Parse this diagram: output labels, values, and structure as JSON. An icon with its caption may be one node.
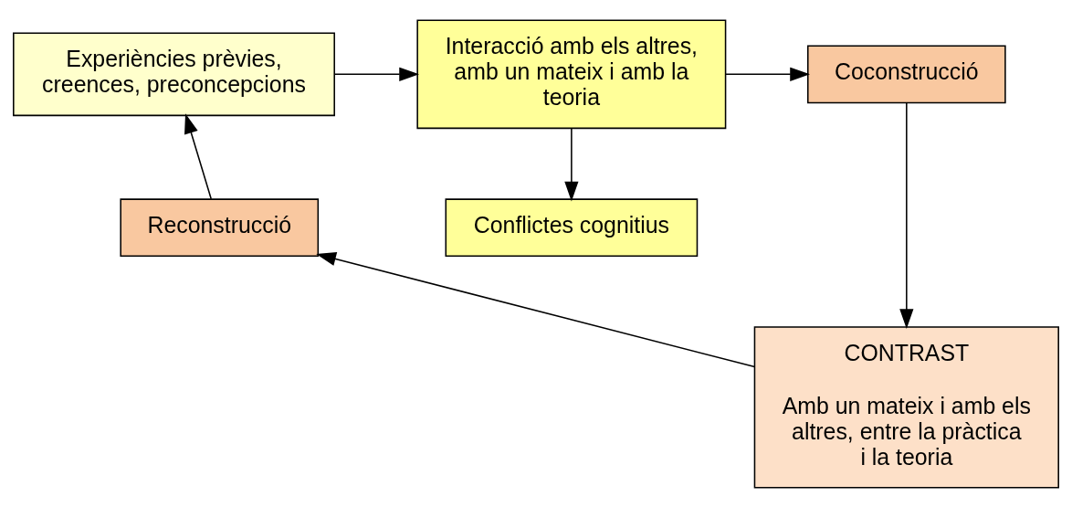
{
  "diagram": {
    "nodes": [
      {
        "text": [
          "Experiències prèvies, creences, preconcepcions"
        ]
      },
      {
        "text": [
          "Interacció amb els altres, amb un mateix i amb la teoria"
        ]
      },
      {
        "text": [
          "Coconstrucció"
        ]
      },
      {
        "text": [
          "Reconstrucció"
        ]
      },
      {
        "text": [
          "Conflictes cognitius"
        ]
      },
      {
        "text": [
          "CONTRAST",
          "Amb un mateix i amb els altres, entre la pràctica i la teoria"
        ]
      }
    ],
    "edges": [
      {
        "from": 0,
        "to": 1,
        "arrow": "to"
      },
      {
        "from": 1,
        "to": 2,
        "arrow": "to"
      },
      {
        "from": 1,
        "to": 4,
        "arrow": "to"
      },
      {
        "from": 2,
        "to": 5,
        "arrow": "to"
      },
      {
        "from": 5,
        "to": 3,
        "arrow": "to"
      },
      {
        "from": 3,
        "to": 0,
        "arrow": "to"
      }
    ]
  }
}
